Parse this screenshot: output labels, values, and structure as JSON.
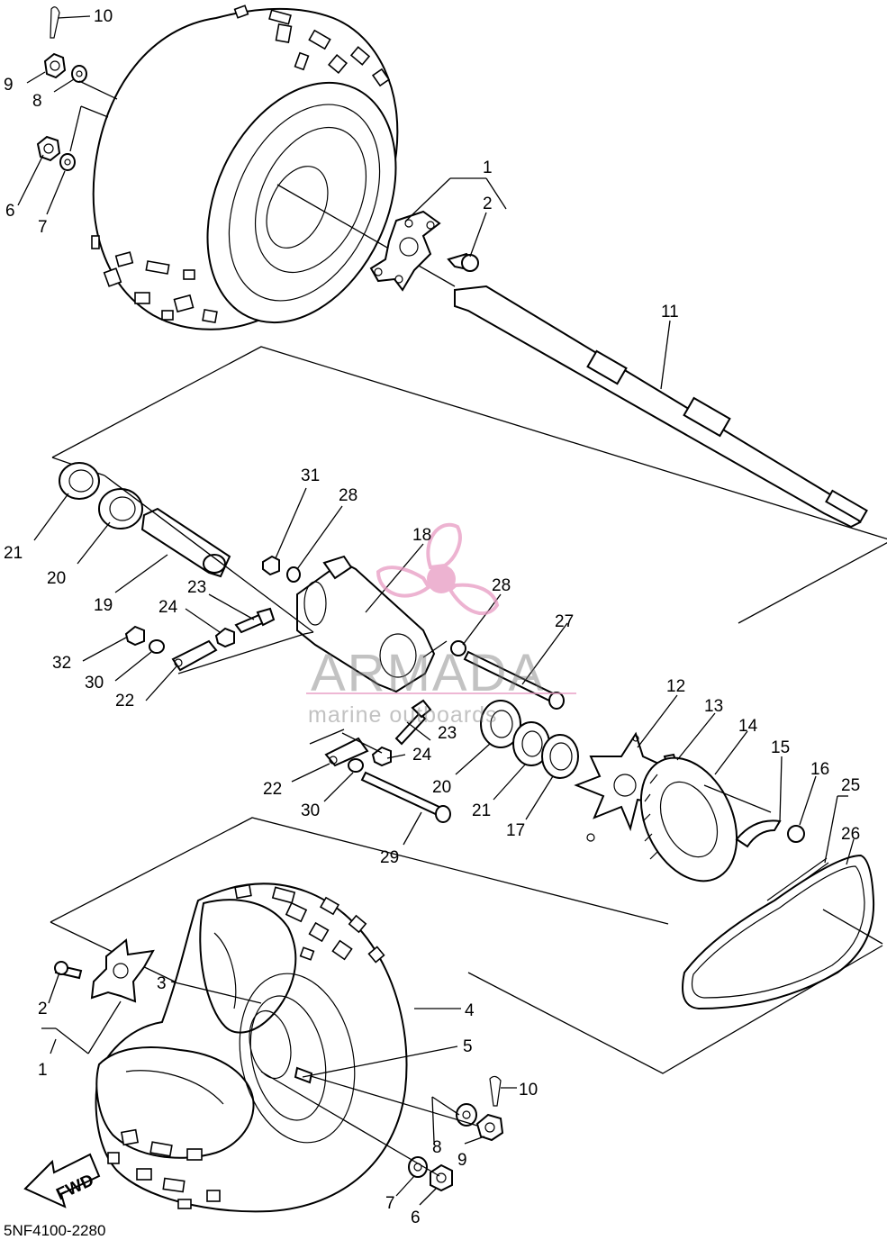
{
  "diagram": {
    "callouts": [
      {
        "id": "c10a",
        "text": "10"
      },
      {
        "id": "c9a",
        "text": "9"
      },
      {
        "id": "c8a",
        "text": "8"
      },
      {
        "id": "c6a",
        "text": "6"
      },
      {
        "id": "c7a",
        "text": "7"
      },
      {
        "id": "c1a",
        "text": "1"
      },
      {
        "id": "c2a",
        "text": "2"
      },
      {
        "id": "c11",
        "text": "11"
      },
      {
        "id": "c21a",
        "text": "21"
      },
      {
        "id": "c20a",
        "text": "20"
      },
      {
        "id": "c19",
        "text": "19"
      },
      {
        "id": "c31",
        "text": "31"
      },
      {
        "id": "c28a",
        "text": "28"
      },
      {
        "id": "c18",
        "text": "18"
      },
      {
        "id": "c28b",
        "text": "28"
      },
      {
        "id": "c23a",
        "text": "23"
      },
      {
        "id": "c24a",
        "text": "24"
      },
      {
        "id": "c32",
        "text": "32"
      },
      {
        "id": "c30a",
        "text": "30"
      },
      {
        "id": "c22a",
        "text": "22"
      },
      {
        "id": "c27",
        "text": "27"
      },
      {
        "id": "c23b",
        "text": "23"
      },
      {
        "id": "c24b",
        "text": "24"
      },
      {
        "id": "c22b",
        "text": "22"
      },
      {
        "id": "c30b",
        "text": "30"
      },
      {
        "id": "c20b",
        "text": "20"
      },
      {
        "id": "c21b",
        "text": "21"
      },
      {
        "id": "c17",
        "text": "17"
      },
      {
        "id": "c29",
        "text": "29"
      },
      {
        "id": "c12",
        "text": "12"
      },
      {
        "id": "c13",
        "text": "13"
      },
      {
        "id": "c14",
        "text": "14"
      },
      {
        "id": "c15",
        "text": "15"
      },
      {
        "id": "c16",
        "text": "16"
      },
      {
        "id": "c25",
        "text": "25"
      },
      {
        "id": "c26",
        "text": "26"
      },
      {
        "id": "c3",
        "text": "3"
      },
      {
        "id": "c4",
        "text": "4"
      },
      {
        "id": "c5",
        "text": "5"
      },
      {
        "id": "c2b",
        "text": "2"
      },
      {
        "id": "c1b",
        "text": "1"
      },
      {
        "id": "c10b",
        "text": "10"
      },
      {
        "id": "c8b",
        "text": "8"
      },
      {
        "id": "c9b",
        "text": "9"
      },
      {
        "id": "c7b",
        "text": "7"
      },
      {
        "id": "c6b",
        "text": "6"
      }
    ],
    "fwd_label": "FWD",
    "diagram_code": "5NF4100-2280"
  },
  "watermark": {
    "brand": "ARMADA",
    "tagline": "marine outboards",
    "logo_color": "#e79ac2"
  }
}
